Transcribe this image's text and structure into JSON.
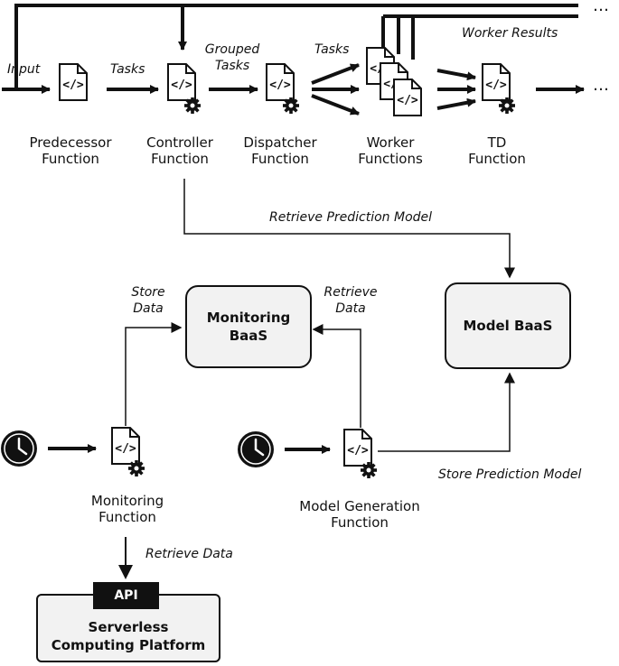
{
  "functions": {
    "predecessor": "Predecessor\nFunction",
    "controller": "Controller\nFunction",
    "dispatcher": "Dispatcher\nFunction",
    "worker": "Worker\nFunctions",
    "td": "TD\nFunction",
    "monitoring": "Monitoring\nFunction",
    "model_generation": "Model Generation\nFunction"
  },
  "edges": {
    "input": "Input",
    "tasks_1": "Tasks",
    "grouped_tasks": "Grouped\nTasks",
    "tasks_2": "Tasks",
    "worker_results": "Worker Results",
    "retrieve_prediction_model": "Retrieve Prediction Model",
    "store_data": "Store\nData",
    "retrieve_data_1": "Retrieve\nData",
    "store_prediction_model": "Store  Prediction Model",
    "retrieve_data_2": "Retrieve Data"
  },
  "boxes": {
    "monitoring_baas": "Monitoring\nBaaS",
    "model_baas": "Model BaaS",
    "api": "API",
    "platform": "Serverless\nComputing Platform"
  },
  "ellipsis": "…"
}
